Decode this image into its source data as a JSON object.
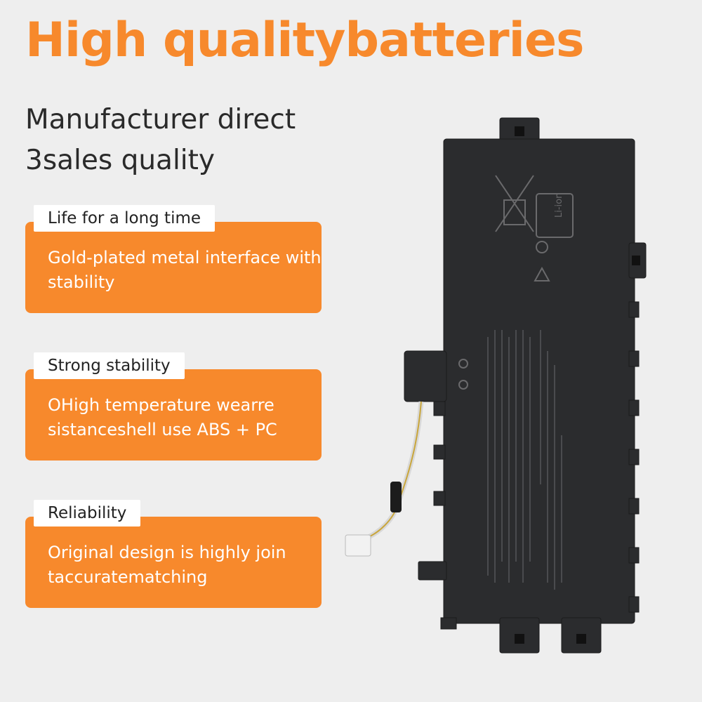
{
  "headline": "High qualitybatteries",
  "subheading": {
    "line1": "Manufacturer direct",
    "line2": "3sales quality"
  },
  "features": [
    {
      "tag": "Life for a long time",
      "text": "Gold-plated metal interface with stability"
    },
    {
      "tag": "Strong stability",
      "text": "OHigh temperature wearre sistanceshell use ABS + PC"
    },
    {
      "tag": "Reliability",
      "text": "Original design is highly join taccuratematching"
    }
  ],
  "product_image": {
    "label_text": "Li-ion"
  },
  "colors": {
    "accent": "#f7892c",
    "background": "#eeeeee",
    "battery_body": "#2b2c2e"
  }
}
